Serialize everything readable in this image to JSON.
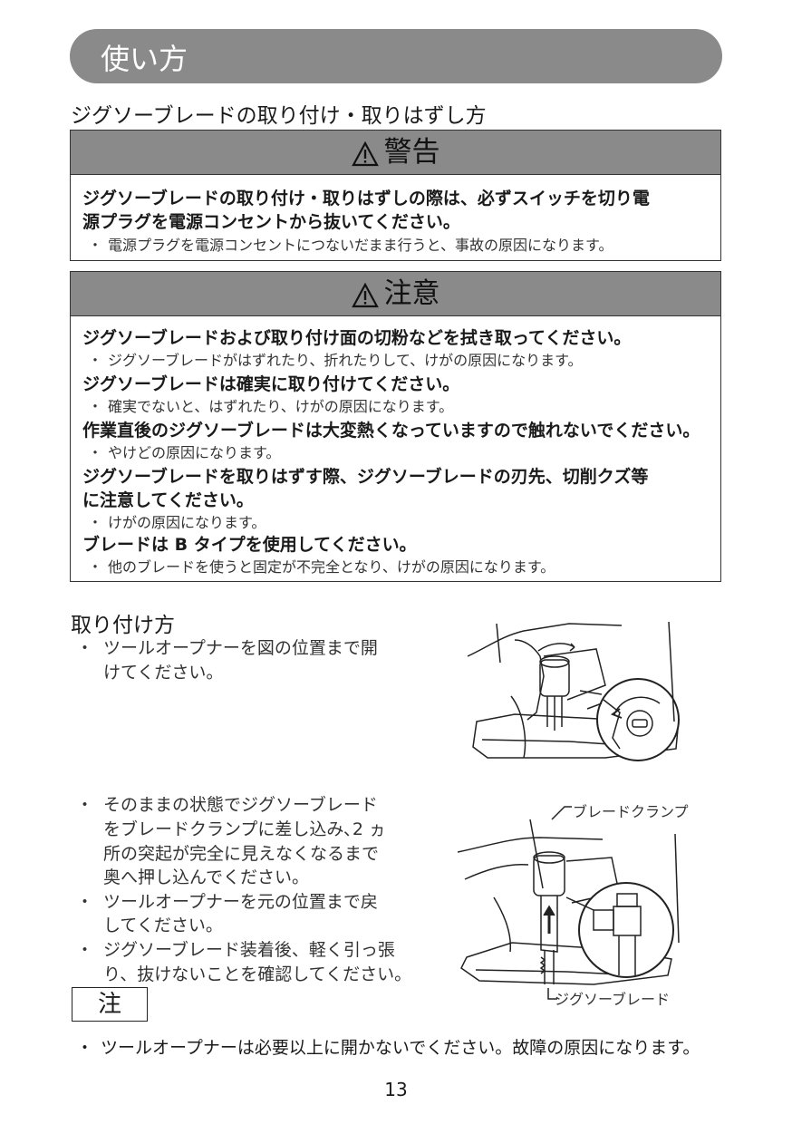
{
  "header": {
    "title": "使い方"
  },
  "subtitle": "ジグソーブレードの取り付け・取りはずし方",
  "warning": {
    "title": "警告",
    "main_line1": "ジグソーブレードの取り付け・取りはずしの際は、必ずスイッチを切り電",
    "main_line2": "源プラグを電源コンセントから抜いてください。",
    "bullet": "電源プラグを電源コンセントにつないだまま行うと、事故の原因になります。"
  },
  "caution": {
    "title": "注意",
    "items": [
      {
        "main": "ジグソーブレードおよび取り付け面の切粉などを拭き取ってください。",
        "bullet": "ジグソーブレードがはずれたり、折れたりして、けがの原因になります。"
      },
      {
        "main": "ジグソーブレードは確実に取り付けてください。",
        "bullet": "確実でないと、はずれたり、けがの原因になります。"
      },
      {
        "main": "作業直後のジグソーブレードは大変熱くなっていますので触れないでください。",
        "bullet": "やけどの原因になります。"
      },
      {
        "main": "ジグソーブレードを取りはずす際、ジグソーブレードの刃先、切削クズ等",
        "main2": "に注意してください。",
        "bullet": "けがの原因になります。"
      },
      {
        "main": "ブレードは B タイプを使用してください。",
        "bullet": "他のブレードを使うと固定が不完全となり、けがの原因になります。"
      }
    ]
  },
  "install": {
    "heading": "取り付け方",
    "step1": {
      "line1": "ツールオープナーを図の位置まで開",
      "line2": "けてください。"
    },
    "step2": {
      "line1": "そのままの状態でジグソーブレード",
      "line2": "をブレードクランプに差し込み､2 ヵ",
      "line3": "所の突起が完全に見えなくなるまで",
      "line4": "奥へ押し込んでください。"
    },
    "step3": {
      "line1": "ツールオープナーを元の位置まで戻",
      "line2": "してください。"
    },
    "step4": {
      "line1": "ジグソーブレード装着後、軽く引っ張",
      "line2": "り、抜けないことを確認してください。"
    },
    "label_clamp": "ブレードクランプ",
    "label_blade": "ジグソーブレード"
  },
  "note": {
    "label": "注",
    "text": "ツールオープナーは必要以上に開かないでください。故障の原因になります。"
  },
  "page_number": "13",
  "bullet_char": "・"
}
